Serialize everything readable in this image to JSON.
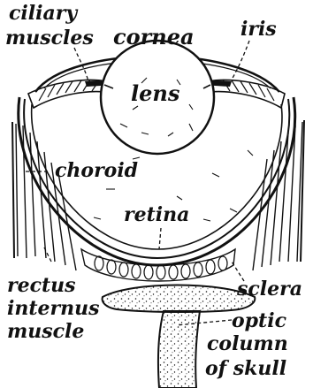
{
  "labels": {
    "ciliary_1": "ciliary",
    "ciliary_2": "muscles",
    "cornea": "cornea",
    "iris": "iris",
    "lens": "lens",
    "choroid": "choroid",
    "retina": "retina",
    "rectus_1": "rectus",
    "rectus_2": "internus",
    "rectus_3": "muscle",
    "sclera": "sclera",
    "optic_1": "optic",
    "optic_2": "column",
    "optic_3": "of skull"
  },
  "colors": {
    "ink": "#111111",
    "paper": "#ffffff"
  }
}
